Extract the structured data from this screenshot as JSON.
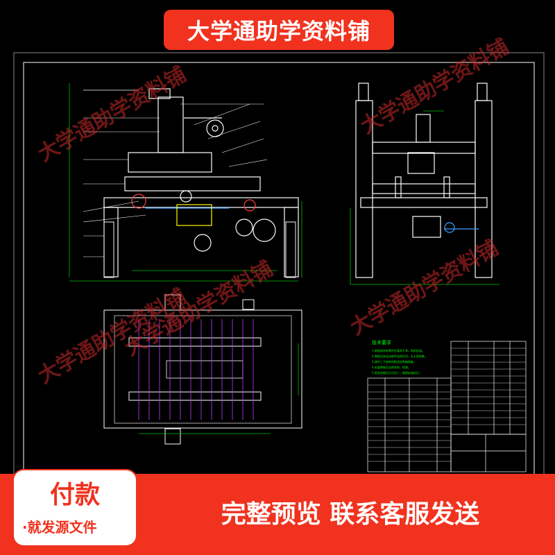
{
  "banner": {
    "title": "大学通助学资料铺"
  },
  "watermark": {
    "text": "大学通助学资料铺"
  },
  "drawing": {
    "tech_title": "技术要求",
    "tech_lines": [
      "1.装配前所有零件应清洗干净，电机加油。",
      "2.装配后各运动部件运转灵活，无卡阻现象。",
      "3.调节上下皮带间距适应纸箱高度。",
      "4.机架焊接后去除毛刺，喷漆。",
      "5.检验合格后方可出厂，按照标准执行。"
    ]
  },
  "pay_card": {
    "title": "付款",
    "subtitle": "·就发源文件"
  },
  "footer": {
    "text": "完整预览  联系客服发送"
  }
}
